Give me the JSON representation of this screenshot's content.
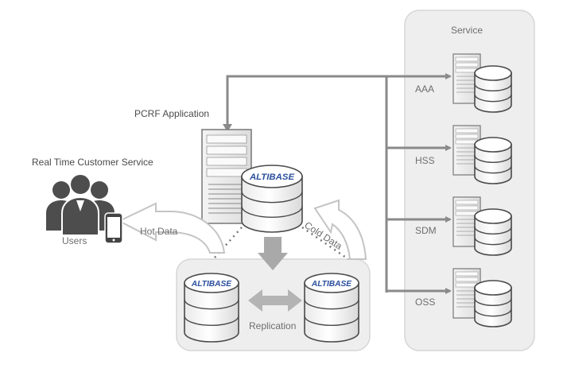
{
  "service": {
    "title": "Service",
    "items": [
      {
        "label": "AAA"
      },
      {
        "label": "HSS"
      },
      {
        "label": "SDM"
      },
      {
        "label": "OSS"
      }
    ]
  },
  "pcrf": {
    "title": "PCRF Application",
    "db_brand": "ALTIBASE"
  },
  "customer_service": {
    "title": "Real Time Customer Service",
    "users_label": "Users"
  },
  "flows": {
    "hot_data": "Hot Data",
    "cold_data": "Cold Data"
  },
  "replication": {
    "label": "Replication",
    "left_db_brand": "ALTIBASE",
    "right_db_brand": "ALTIBASE"
  },
  "colors": {
    "panel": "#eeeeee",
    "panel_border": "#d6d6d6",
    "line": "#8a8a8a",
    "brand_blue": "#2b4f9e"
  }
}
